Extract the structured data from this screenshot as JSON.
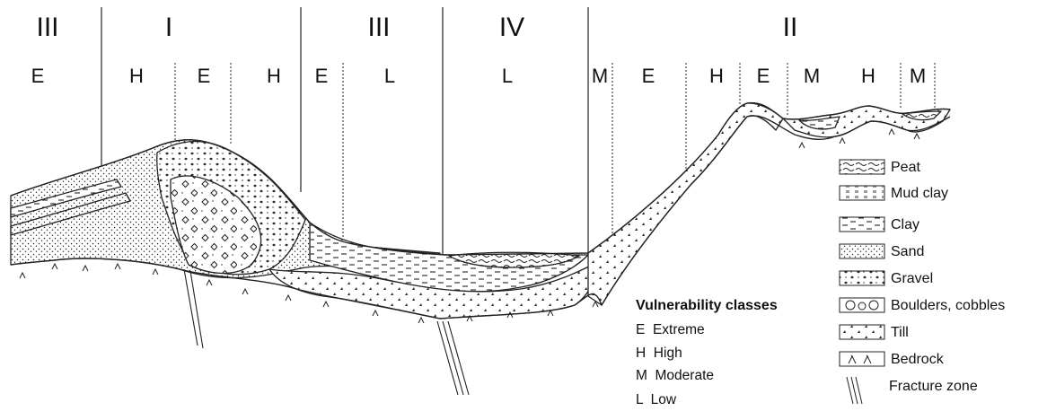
{
  "zones": [
    "III",
    "I",
    "III",
    "IV",
    "II"
  ],
  "classes": [
    "E",
    "H",
    "E",
    "H",
    "E",
    "L",
    "L",
    "M",
    "E",
    "H",
    "E",
    "M",
    "H",
    "M"
  ],
  "vulnerability": {
    "title": "Vulnerability classes",
    "items": [
      "E  Extreme",
      "H  High",
      "M  Moderate",
      "L  Low"
    ]
  },
  "legend": [
    {
      "icon": "peat-icon",
      "label": "Peat"
    },
    {
      "icon": "mud-clay-icon",
      "label": "Mud clay"
    },
    {
      "icon": "clay-icon",
      "label": "Clay"
    },
    {
      "icon": "sand-icon",
      "label": "Sand"
    },
    {
      "icon": "gravel-icon",
      "label": "Gravel"
    },
    {
      "icon": "boulders-cobbles-icon",
      "label": "Boulders, cobbles"
    },
    {
      "icon": "till-icon",
      "label": "Till"
    },
    {
      "icon": "bedrock-icon",
      "label": "Bedrock"
    },
    {
      "icon": "fracture-zone-icon",
      "label": "Fracture zone"
    }
  ]
}
